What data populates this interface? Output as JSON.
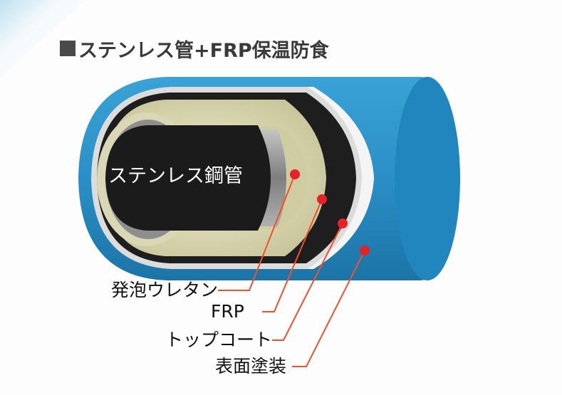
{
  "title": {
    "marker": "■",
    "text": "ステンレス管+FRP保温防食"
  },
  "diagram": {
    "core_label": "ステンレス鋼管",
    "callouts": [
      {
        "label": "発泡ウレタン"
      },
      {
        "label": "FRP"
      },
      {
        "label": "トップコート"
      },
      {
        "label": "表面塗装"
      }
    ]
  },
  "colors": {
    "outer_coating": "#2a8fc6",
    "outer_coating_dark": "#1a6e9e",
    "top_coat": "#d8d8d8",
    "frp": "#1e1e1e",
    "foam": "#e3e3bf",
    "foam_dark": "#b9b68e",
    "steel": "#9a9a9a",
    "core": "#1c1c1c",
    "leader_line": "#f2502e",
    "marker_dot": "#e8202a"
  }
}
